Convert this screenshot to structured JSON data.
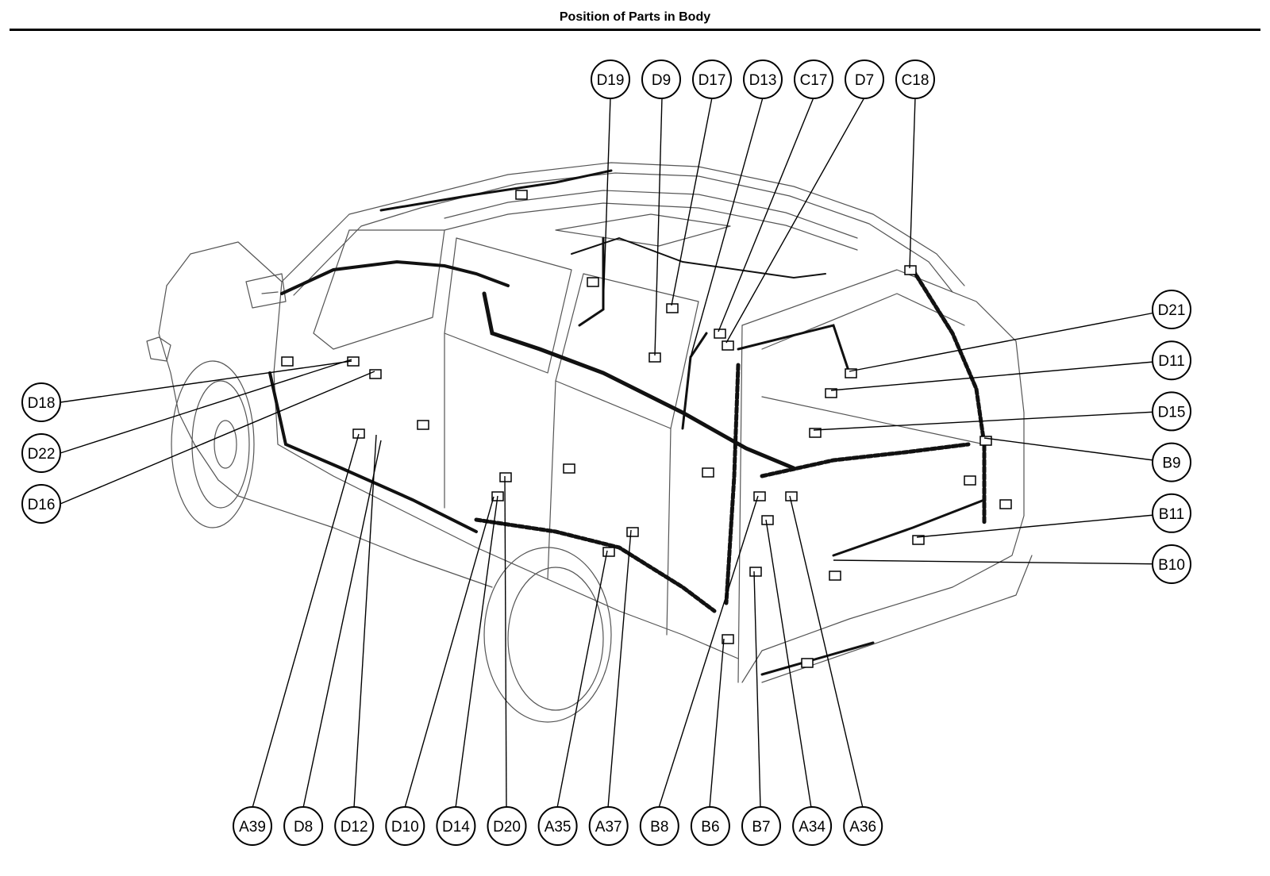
{
  "page": {
    "title": "Position of Parts in Body"
  },
  "callouts_top": [
    "D19",
    "D9",
    "D17",
    "D13",
    "C17",
    "D7",
    "C18"
  ],
  "callouts_left": [
    "D18",
    "D22",
    "D16"
  ],
  "callouts_right": [
    "D21",
    "D11",
    "D15",
    "B9",
    "B11",
    "B10"
  ],
  "callouts_bottom": [
    "A39",
    "D8",
    "D12",
    "D10",
    "D14",
    "D20",
    "A35",
    "A37",
    "B8",
    "B6",
    "B7",
    "A34",
    "A36"
  ]
}
